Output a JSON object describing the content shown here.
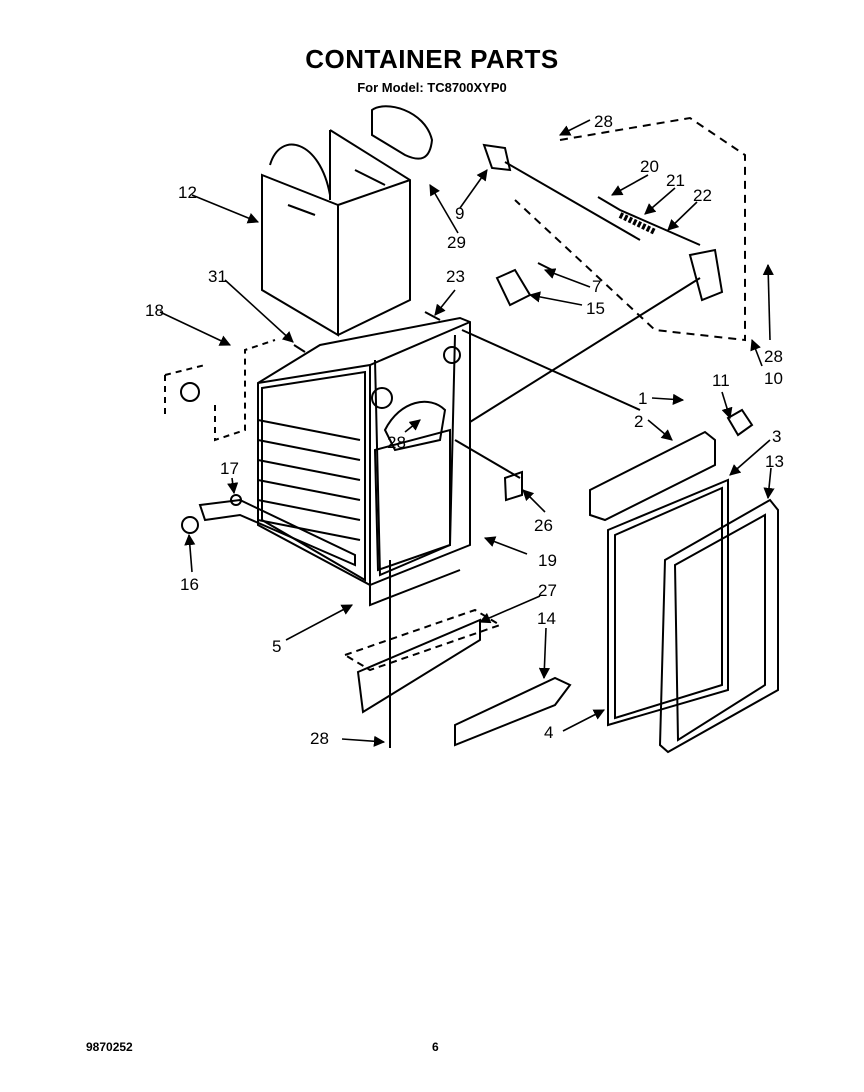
{
  "header": {
    "title": "CONTAINER PARTS",
    "subtitle": "For Model: TC8700XYP0"
  },
  "footer": {
    "doc_number": "9870252",
    "page_number": "6"
  },
  "callouts": {
    "c28a": "28",
    "c9": "9",
    "c29": "29",
    "c12": "12",
    "c20": "20",
    "c21": "21",
    "c22": "22",
    "c31": "31",
    "c23": "23",
    "c7": "7",
    "c15": "15",
    "c18": "18",
    "c28b": "28",
    "c10": "10",
    "c1": "1",
    "c11": "11",
    "c2": "2",
    "c3": "3",
    "c13": "13",
    "c28c": "28",
    "c17": "17",
    "c26": "26",
    "c16": "16",
    "c19": "19",
    "c27": "27",
    "c5": "5",
    "c14": "14",
    "c4": "4",
    "c28d": "28"
  }
}
